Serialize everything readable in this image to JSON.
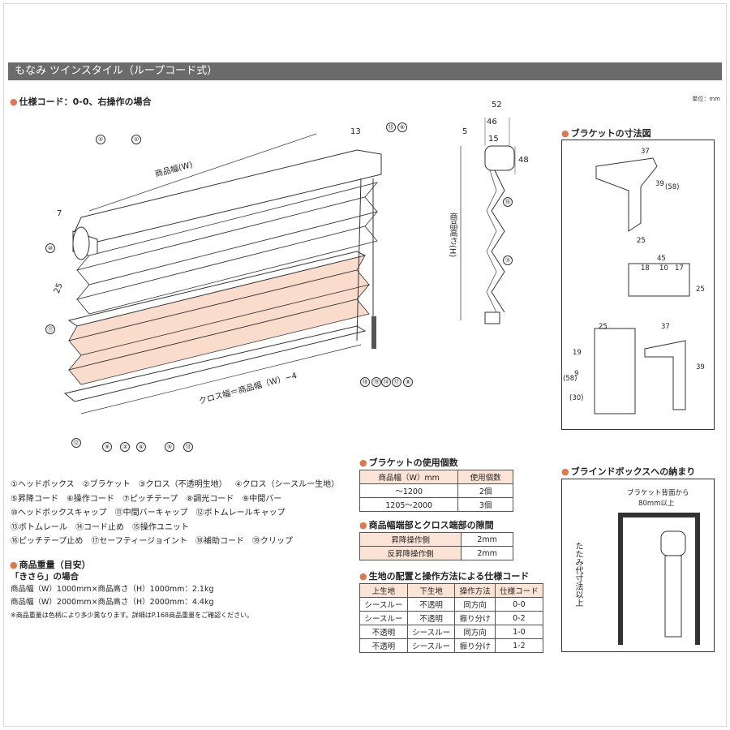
{
  "title": "もなみ ツインスタイル（ループコード式）",
  "unit_label": "単位：mm",
  "main_section": "仕様コード：0-0、右操作の場合",
  "bracket_section": "ブラケットの寸法図",
  "usage_section": "ブラケットの使用個数",
  "gap_section": "商品幅端部とクロス端部の隙間",
  "code_section": "生地の配置と操作方法による仕様コード",
  "box_section": "ブラインドボックスへの納まり",
  "weight_section": "商品重量（目安）",
  "diagram": {
    "width_label": "商品幅(W)",
    "cloth_width_label": "クロス幅＝商品幅（W）−4",
    "height_label": "商品高さ(H)",
    "dim_13": "13",
    "dim_7": "7",
    "dim_25": "25",
    "side_52": "52",
    "side_46": "46",
    "side_15": "15",
    "side_5": "5",
    "side_48": "48",
    "callouts_main": [
      "①",
      "②",
      "⑩",
      "⑪",
      "⑫",
      "⑬",
      "⑭",
      "⑮",
      "⑯",
      "⑰",
      "⑱",
      "⑲",
      "③",
      "④",
      "⑤",
      "⑥",
      "⑦",
      "⑧",
      "⑨"
    ]
  },
  "bracket": {
    "d37a": "37",
    "d39a": "39",
    "d58a": "(58)",
    "d25a": "25",
    "d45": "45",
    "d18": "18",
    "d10": "10",
    "d17": "17",
    "d25b": "25",
    "d25c": "25",
    "d37b": "37",
    "d19": "19",
    "d9": "9",
    "d58b": "(58)",
    "d30": "(30)",
    "d39b": "39"
  },
  "box": {
    "note_line1": "ブラケット背面から",
    "note_line2": "80mm以上",
    "vertical": "たたみ代寸法以上"
  },
  "legend": [
    [
      "①ヘッドボックス",
      "②ブラケット",
      "③クロス（不透明生地）",
      "④クロス（シースルー生地）"
    ],
    [
      "⑤昇降コード",
      "⑥操作コード",
      "⑦ピッチテープ",
      "⑧調光コード",
      "⑨中間バー"
    ],
    [
      "⑩ヘッドボックスキャップ",
      "⑪中間バーキャップ",
      "⑫ボトムレールキャップ"
    ],
    [
      "⑬ボトムレール",
      "⑭コード止め",
      "⑮操作ユニット"
    ],
    [
      "⑯ピッチテープ止め",
      "⑰セーフティージョイント",
      "⑱補助コード",
      "⑲クリップ"
    ]
  ],
  "weight": {
    "subtitle": "「きさら」の場合",
    "line1": "商品幅（W）1000mm×商品高さ（H）1000mm：2.1kg",
    "line2": "商品幅（W）2000mm×商品高さ（H）2000mm：4.4kg",
    "note": "※商品重量は色柄により多少異なります。詳細はP.168商品重量をご確認ください。"
  },
  "usage_table": {
    "headers": [
      "商品幅（W）mm",
      "使用個数"
    ],
    "rows": [
      [
        "〜1200",
        "2個"
      ],
      [
        "1205〜2000",
        "3個"
      ]
    ]
  },
  "gap_table": {
    "rows": [
      [
        "昇降操作側",
        "2mm"
      ],
      [
        "反昇降操作側",
        "2mm"
      ]
    ]
  },
  "code_table": {
    "headers": [
      "上生地",
      "下生地",
      "操作方法",
      "仕様コード"
    ],
    "rows": [
      [
        "シースルー",
        "不透明",
        "同方向",
        "0-0"
      ],
      [
        "シースルー",
        "不透明",
        "振り分け",
        "0-2"
      ],
      [
        "不透明",
        "シースルー",
        "同方向",
        "1-0"
      ],
      [
        "不透明",
        "シースルー",
        "振り分け",
        "1-2"
      ]
    ]
  }
}
